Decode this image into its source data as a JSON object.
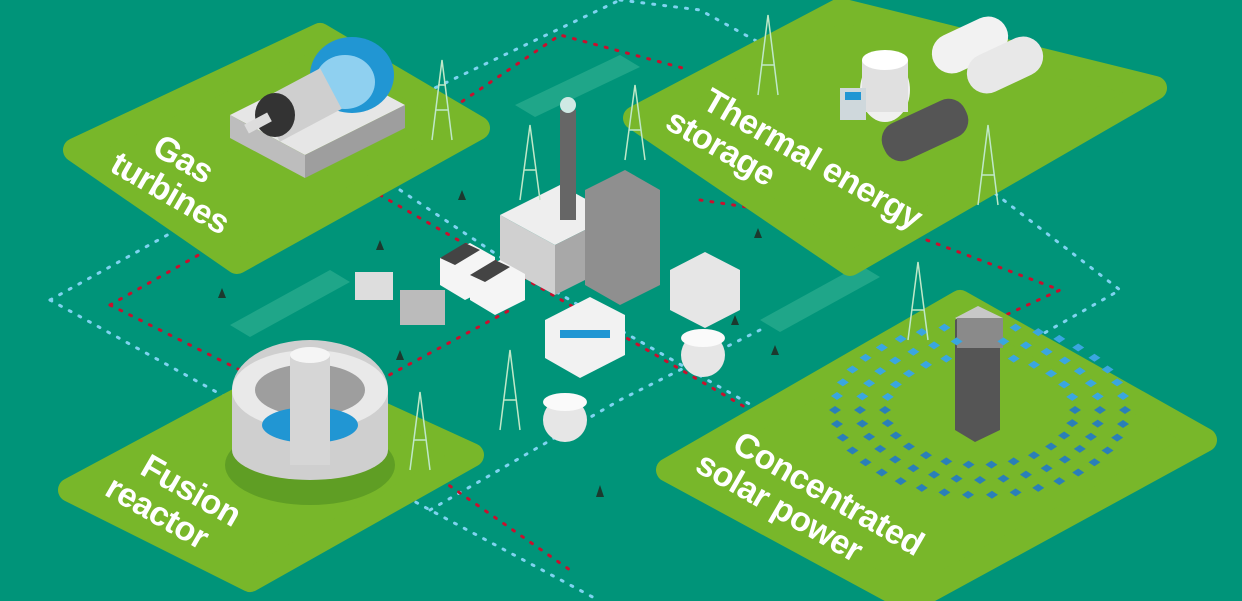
{
  "colors": {
    "background": "#009479",
    "panel": "#78b72a",
    "power_line_dots": "#7fd3f0",
    "road_dots": "#c8102e",
    "solar_panel": "#3aa6e0"
  },
  "panels": [
    {
      "id": "gas",
      "line1": "Gas",
      "line2": "turbines"
    },
    {
      "id": "thermal",
      "line1": "Thermal energy",
      "line2": "storage"
    },
    {
      "id": "fusion",
      "line1": "Fusion",
      "line2": "reactor"
    },
    {
      "id": "solar",
      "line1": "Concentrated",
      "line2": "solar power"
    }
  ]
}
